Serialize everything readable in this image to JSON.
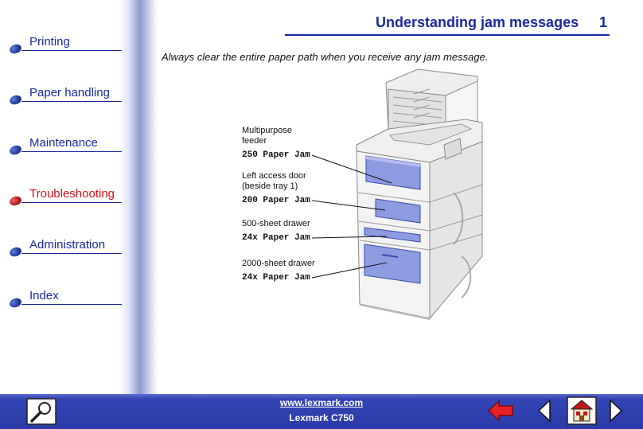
{
  "header": {
    "title": "Understanding jam messages",
    "page_number": "1"
  },
  "sidebar": {
    "items": [
      {
        "label": "Printing",
        "active": false
      },
      {
        "label": "Paper handling",
        "active": false
      },
      {
        "label": "Maintenance",
        "active": false
      },
      {
        "label": "Troubleshooting",
        "active": true
      },
      {
        "label": "Administration",
        "active": false
      },
      {
        "label": "Index",
        "active": false
      }
    ]
  },
  "main": {
    "intro": "Always clear the entire paper path when you receive any jam message.",
    "callouts": [
      {
        "label_line1": "Multipurpose",
        "label_line2": "feeder",
        "code": "250 Paper Jam"
      },
      {
        "label_line1": "Left access door",
        "label_line2": "(beside tray 1)",
        "code": "200 Paper Jam"
      },
      {
        "label_line1": "500-sheet drawer",
        "code": "24x Paper Jam"
      },
      {
        "label_line1": "2000-sheet drawer",
        "code": "24x Paper Jam"
      }
    ]
  },
  "footer": {
    "url": "www.lexmark.com",
    "model": "Lexmark C750",
    "icons": [
      "magnifier-icon",
      "back-arrow-icon",
      "previous-page-icon",
      "home-icon",
      "next-page-icon"
    ]
  },
  "colors": {
    "nav_blue": "#1a28a0",
    "active_red": "#d2111a",
    "footer_blue": "#2a3aa8",
    "highlight_blue": "#8d9be0"
  }
}
